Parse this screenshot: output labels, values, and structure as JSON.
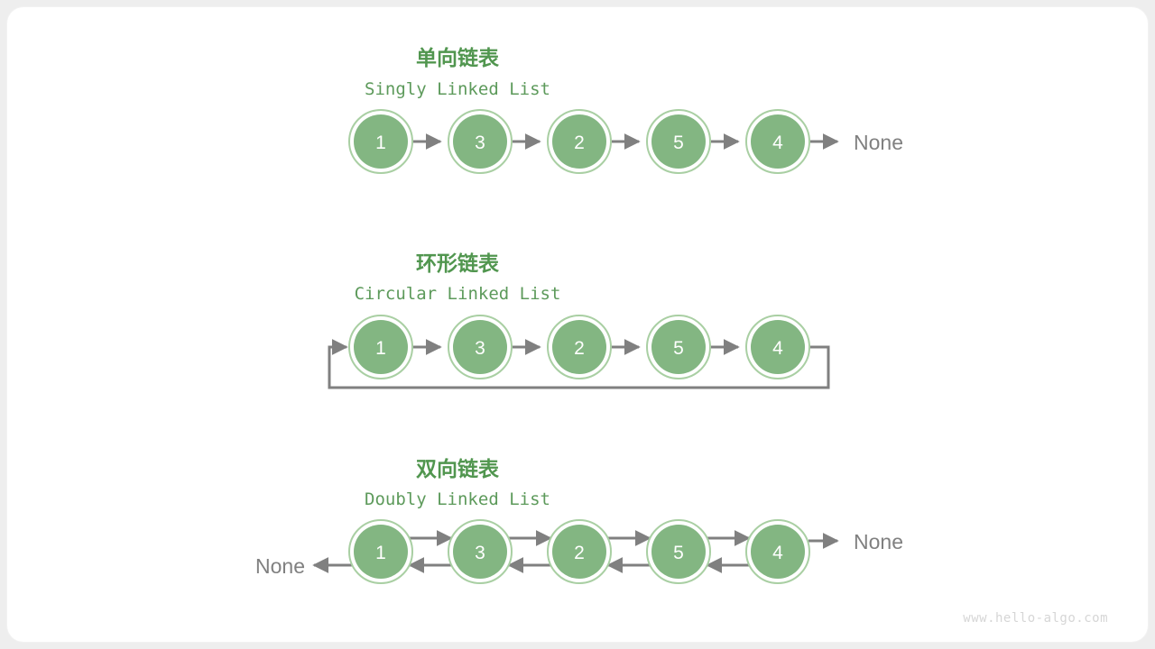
{
  "page": {
    "background": "#eeeeee",
    "card_background": "#ffffff",
    "watermark": "www.hello-algo.com",
    "accent_green": "#51964f",
    "node_fill": "#83b682",
    "node_ring": "#a9cfa3",
    "line_color": "#808080",
    "none_text_color": "#808080"
  },
  "sections": [
    {
      "id": "singly",
      "title_cn": "单向链表",
      "title_en": "Singly Linked List",
      "nodes": [
        {
          "value": "1"
        },
        {
          "value": "3"
        },
        {
          "value": "2"
        },
        {
          "value": "5"
        },
        {
          "value": "4"
        }
      ],
      "tail_terminator": "None",
      "head_terminator": null,
      "circular": false,
      "doubly": false
    },
    {
      "id": "circular",
      "title_cn": "环形链表",
      "title_en": "Circular Linked List",
      "nodes": [
        {
          "value": "1"
        },
        {
          "value": "3"
        },
        {
          "value": "2"
        },
        {
          "value": "5"
        },
        {
          "value": "4"
        }
      ],
      "tail_terminator": null,
      "head_terminator": null,
      "circular": true,
      "doubly": false
    },
    {
      "id": "doubly",
      "title_cn": "双向链表",
      "title_en": "Doubly Linked List",
      "nodes": [
        {
          "value": "1"
        },
        {
          "value": "3"
        },
        {
          "value": "2"
        },
        {
          "value": "5"
        },
        {
          "value": "4"
        }
      ],
      "tail_terminator": "None",
      "head_terminator": "None",
      "circular": false,
      "doubly": true
    }
  ]
}
